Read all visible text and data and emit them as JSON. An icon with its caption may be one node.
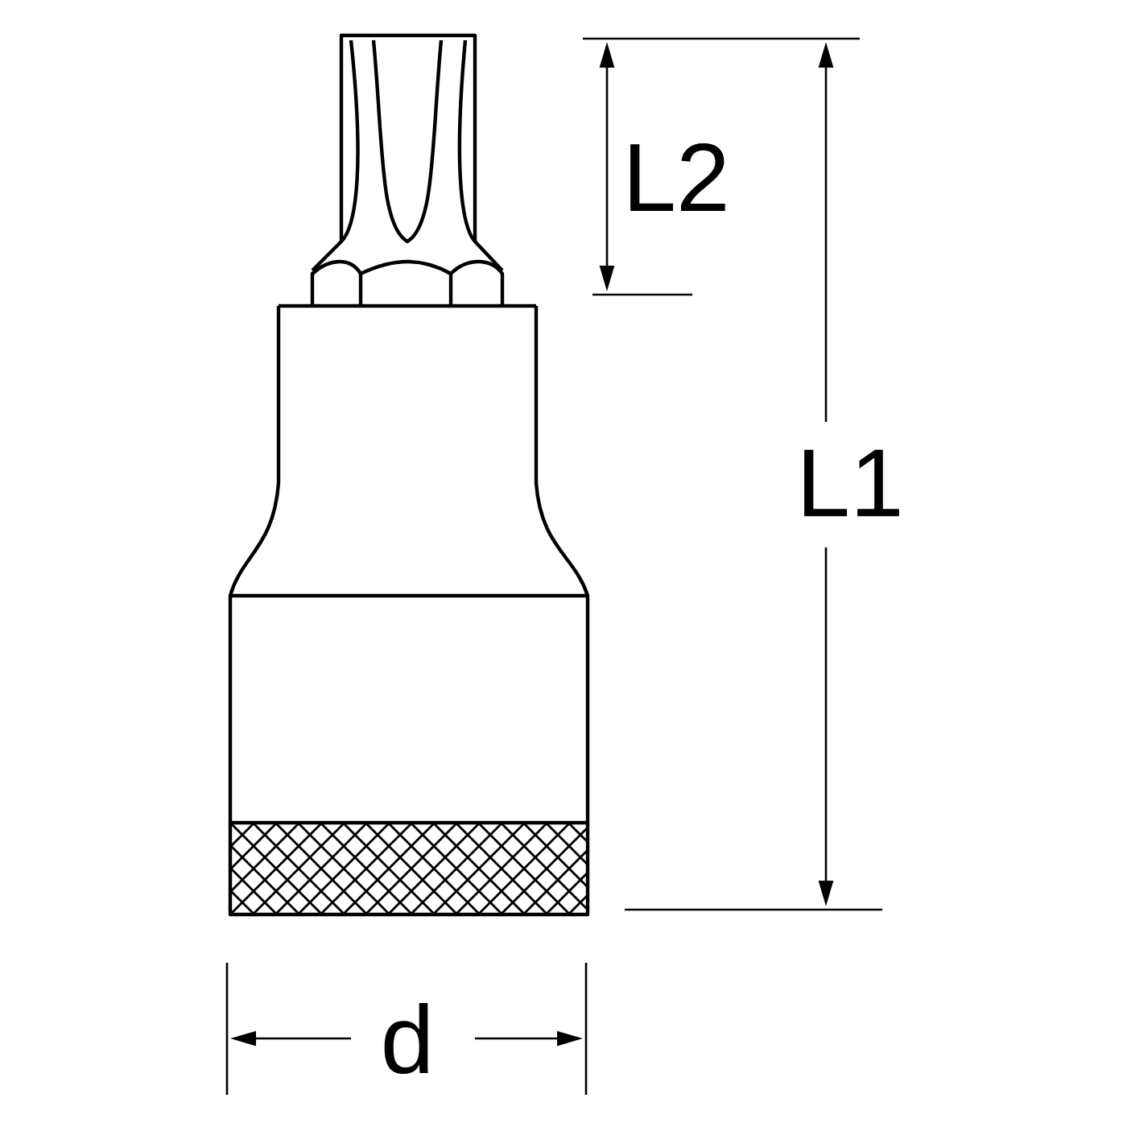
{
  "diagram": {
    "labels": [
      "L2",
      "L1",
      "d"
    ]
  }
}
